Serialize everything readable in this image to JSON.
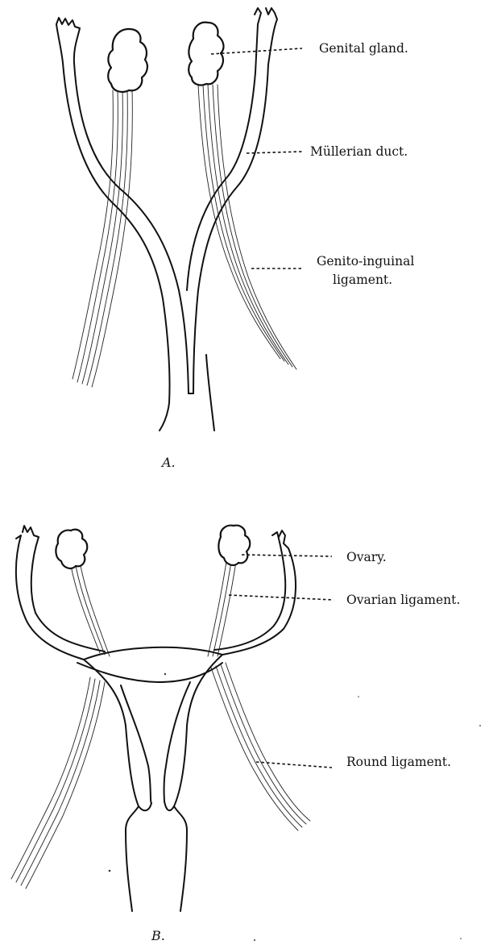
{
  "figure_a": {
    "caption": "A.",
    "labels": {
      "genital_gland": "Genital gland.",
      "mullerian_duct": "Müllerian duct.",
      "genito_inguinal_line1": "Genito-inguinal",
      "genito_inguinal_line2": "ligament."
    }
  },
  "figure_b": {
    "caption": "B.",
    "labels": {
      "ovary": "Ovary.",
      "ovarian_ligament": "Ovarian ligament.",
      "round_ligament": "Round ligament."
    }
  }
}
